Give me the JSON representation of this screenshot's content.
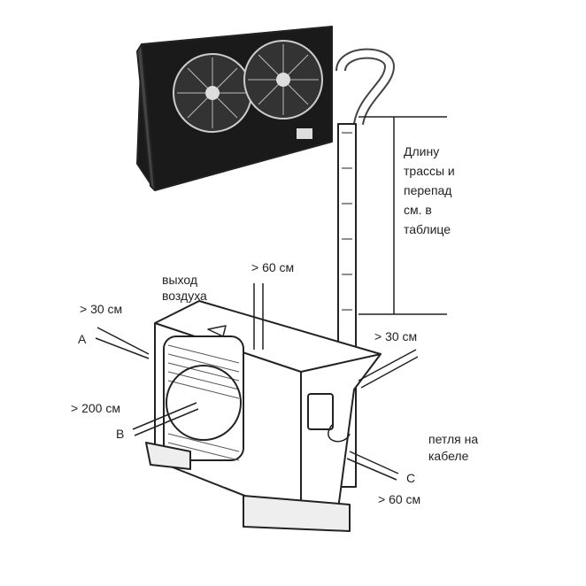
{
  "labels": {
    "route_note": "Длину\nтрассы и\nперепад\nсм. в\nтаблице",
    "top_clearance": "> 60 см",
    "air_outlet_line1": "выход",
    "air_outlet_line2": "воздуха",
    "left_clearance": "> 30 см",
    "point_a": "A",
    "right_clearance": "> 30 см",
    "front_clearance": "> 200 см",
    "point_b": "B",
    "cable_loop_line1": "петля на",
    "cable_loop_line2": "кабеле",
    "point_c": "C",
    "bottom_clearance": "> 60 см"
  },
  "colors": {
    "line": "#222222",
    "panel": "#1a1a1a",
    "fill": "#ffffff"
  }
}
